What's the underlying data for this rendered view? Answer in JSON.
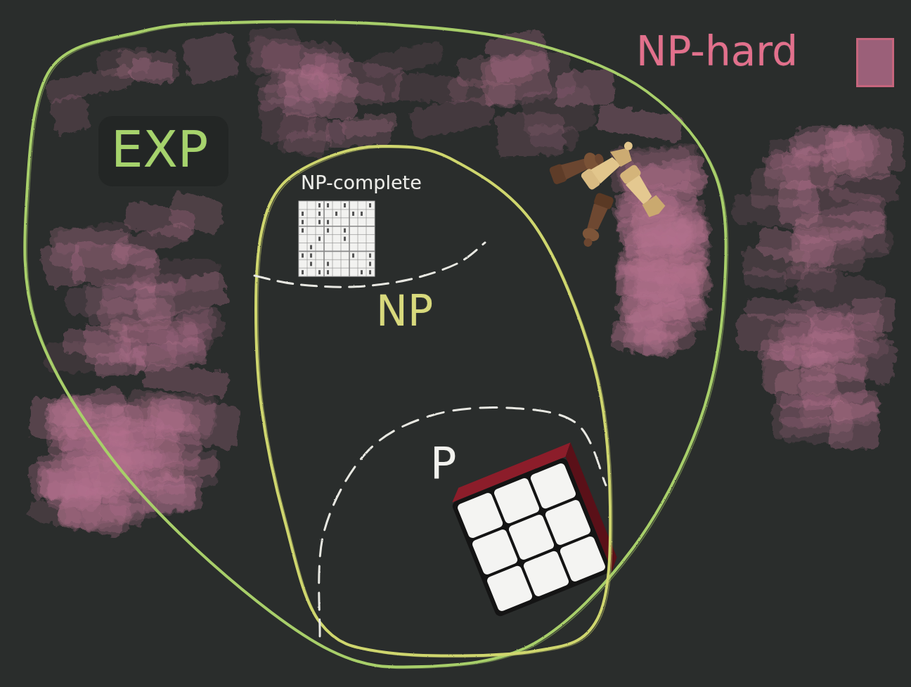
{
  "diagram": {
    "nodes": [
      {
        "text": [
          "EXP"
        ]
      },
      {
        "text": [
          "NP"
        ],
        "in": 0
      },
      {
        "text": [
          "NP-complete"
        ],
        "in": 1
      },
      {
        "text": [
          "P"
        ],
        "in": 1
      }
    ],
    "legend": [
      {
        "text": "NP-hard",
        "color": "#b06a88"
      }
    ]
  }
}
